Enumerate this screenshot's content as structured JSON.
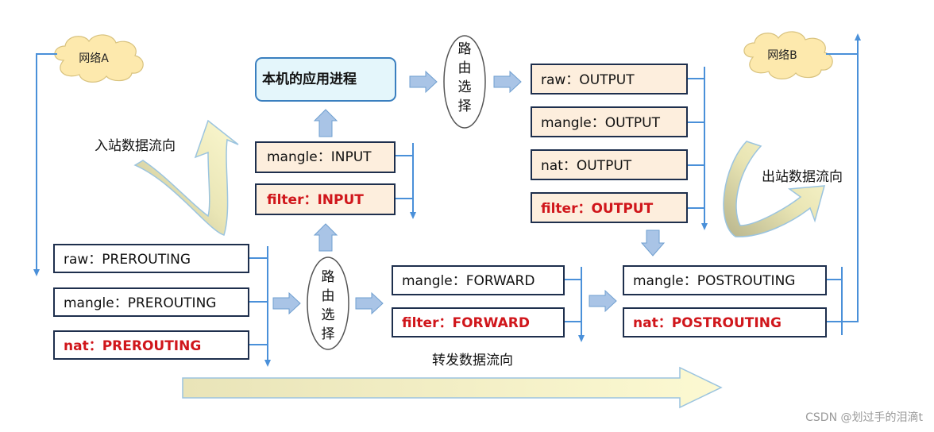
{
  "clouds": {
    "network_a": "网络A",
    "network_b": "网络B"
  },
  "app_process": "本机的应用进程",
  "routing": [
    "路",
    "由",
    "选",
    "择"
  ],
  "flows": {
    "inbound": "入站数据流向",
    "outbound": "出站数据流向",
    "forward": "转发数据流向"
  },
  "chains": {
    "input": [
      {
        "text": "mangle：INPUT",
        "highlight": false
      },
      {
        "text": "filter：INPUT",
        "highlight": true
      }
    ],
    "output": [
      {
        "text": "raw：OUTPUT",
        "highlight": false
      },
      {
        "text": "mangle：OUTPUT",
        "highlight": false
      },
      {
        "text": "nat：OUTPUT",
        "highlight": false
      },
      {
        "text": "filter：OUTPUT",
        "highlight": true
      }
    ],
    "prerouting": [
      {
        "text": "raw：PREROUTING",
        "highlight": false
      },
      {
        "text": "mangle：PREROUTING",
        "highlight": false
      },
      {
        "text": "nat：PREROUTING",
        "highlight": true
      }
    ],
    "forward": [
      {
        "text": "mangle：FORWARD",
        "highlight": false
      },
      {
        "text": "filter：FORWARD",
        "highlight": true
      }
    ],
    "postrouting": [
      {
        "text": "mangle：POSTROUTING",
        "highlight": false
      },
      {
        "text": "nat：POSTROUTING",
        "highlight": true
      }
    ]
  },
  "watermark": "CSDN @划过手的泪滴t",
  "colors": {
    "box_fill_peach": "#fdeedd",
    "box_fill_white": "#ffffff",
    "box_border": "#1e2f4d",
    "highlight_text": "#d0161b",
    "line_blue": "#4a90d9",
    "arrow_fill": "#a9c4e6",
    "big_arrow_fill": "#fbf8cf",
    "big_arrow_stroke": "#9bc4df",
    "cloud_fill": "#fde9ad",
    "app_box_fill": "#e4f6fb"
  }
}
